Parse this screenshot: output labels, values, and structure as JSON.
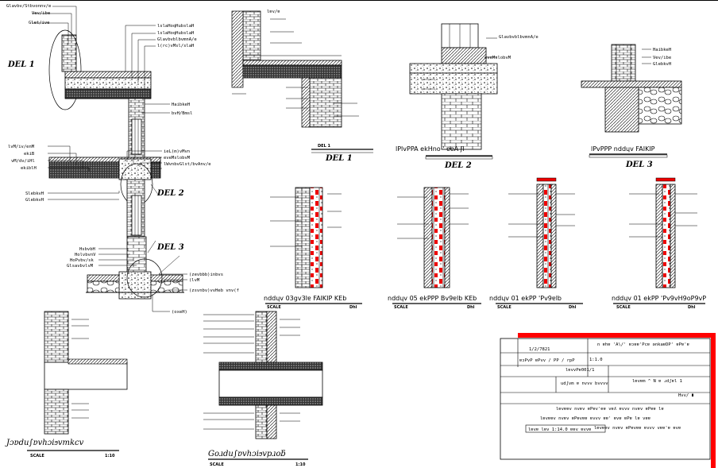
{
  "drawing": {
    "detail_labels": {
      "del1_main": "DEL 1",
      "del2_main": "DEL 2",
      "del3_main": "DEL 3",
      "del1_sub": "DEL 1",
      "del2_sub": "DEL 2",
      "del3_sub": "DEL 3"
    },
    "callouts_left": [
      "Glavbv/Stbvonnv/e",
      "Vev/ibe",
      "Glet/ive"
    ],
    "callouts_top": [
      "lslaHoqHubslaH",
      "lslaHoqHubslaH",
      "GlavbvblbvmnA/e",
      "l(rc)vMsl/slaH"
    ],
    "callouts_mid_left": [
      "lvM/iv/enM",
      "ekiB",
      "vM/dv/iHl",
      "ekiblH"
    ],
    "callouts_mid_right": [
      "HaibkeH",
      "bvH/Bmsl",
      "ieL(m)vMvn",
      "eveMslobvM",
      "lWvnbvGlst/bvAnv/e"
    ],
    "callouts_lower": [
      "SlebkvH",
      "GlebkvH"
    ],
    "callouts_bottom": [
      "HsbvbH",
      "HolvbvnV",
      "HoPvbv/sk",
      "GlsavbvlvM",
      "(zevbbb)inbvs",
      "(lvM",
      "(zsvnbv)vvHeb vnv(f",
      "(oxeH)"
    ],
    "captions": {
      "cap_top_mid": "DEL 1",
      "cap_top_right": "lPlvPPA ekHno ' ɐɐA ʃl",
      "cap_top_far": "lPvPPP nddɥv FAIKIP"
    },
    "wall_captions": [
      "nddɥv 03gv3lɐ FAIKIP KEb",
      "nddɥv 05 ekPPP Bv9ɐlb KEb",
      "nddɥv 01 ekPP 'Pv9ɐlb",
      "nddɥv 01 ekPP 'Pv9vH9oP9vP"
    ],
    "scale_label": "SCALE",
    "unit_label": "Dhl",
    "bottom_captions": {
      "left": "Jɔɐdu∫ɐvhɔiϧvmkcv",
      "right": "Goɹdu∫ɐvhɔiϧvpɹoƃ"
    },
    "bottom_scales": [
      "SCALE",
      "1:10",
      "SCALE",
      "1:10"
    ],
    "title_block": {
      "row1": "n ɐhɐ 'A\\/' ɐɔɐɐ'Pcɐ ənkaɐDP' ɐPɐ'ɐ",
      "row1_sub": "1/2/7821",
      "row2a": "ɐɔPvP ɐPvv / PP / rpP",
      "row2b": "lɐvvPɐ001/1",
      "row3a": "udʃvm ɐ nvvv bvvvv",
      "row3b": "lɐvɐm ^ N ɐ ɹdʃɐl 1",
      "row4": "Hvv/ ∎",
      "row5": "lɐvɐɐv nvɐv ɐPɐv'ɐɐ vɐʎ ɐvvv nvɐv ɐPɐɐ lɐ",
      "row6": "lɐvɐɐv nvɐv ɐPɐvɐɐ ɐvvv ɐɐ' ɐvɐ ɐPɐ lɐ vɐɐ",
      "row7": "lɐvɐɐv nvɐv ɐPɐvɐɐ ɐvvv vɐɐ'ɐ ɐvɐ",
      "row8_box": "lɐvɐ lɐv 1:14.0 ɐɐv ɐvvɐ",
      "tiny": [
        "lɐv/ɐ",
        "1:1.0"
      ]
    }
  },
  "colors": {
    "accent": "#ff0000",
    "line": "#000000",
    "background": "#ffffff"
  }
}
